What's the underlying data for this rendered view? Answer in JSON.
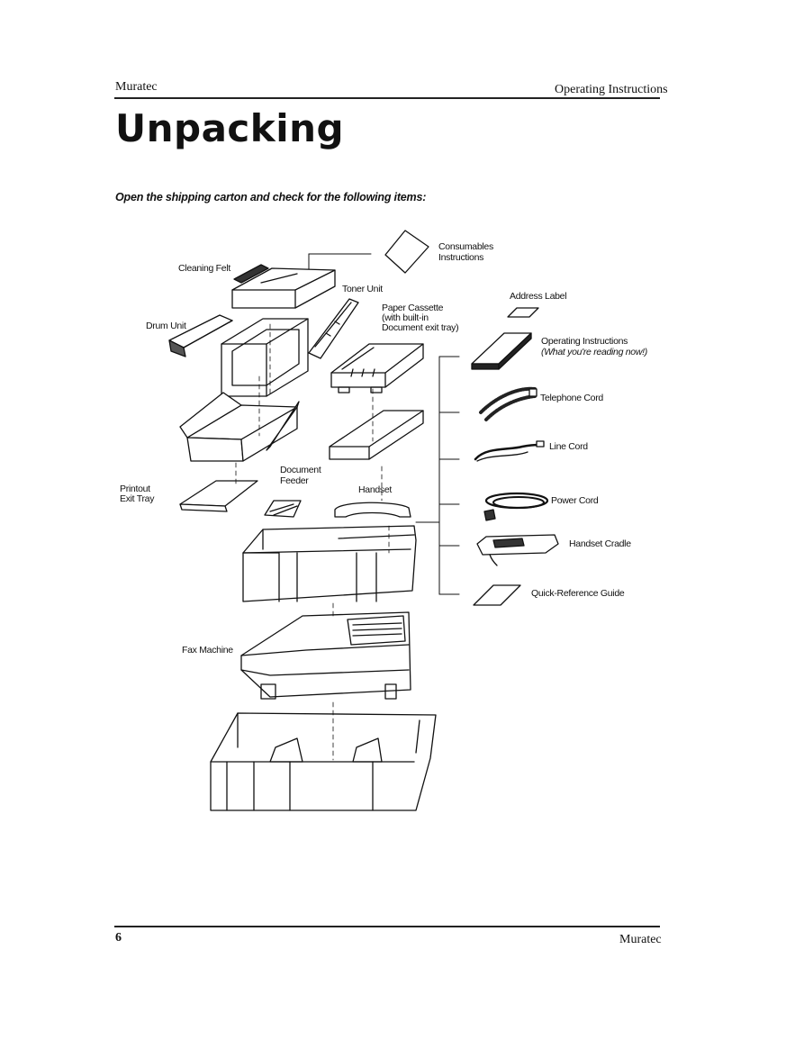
{
  "header": {
    "left": "Muratec",
    "right": "Operating Instructions"
  },
  "title": "Unpacking",
  "intro": "Open the shipping carton and check for the following items:",
  "labels": {
    "consumables": [
      "Consumables",
      "Instructions"
    ],
    "cleaning_felt": "Cleaning Felt",
    "toner_unit": "Toner Unit",
    "drum_unit": "Drum Unit",
    "paper_cassette": [
      "Paper Cassette",
      "(with built-in",
      "Document exit tray)"
    ],
    "address_label": "Address Label",
    "operating_instructions": [
      "Operating Instructions",
      "(What you're reading now!)"
    ],
    "telephone_cord": "Telephone Cord",
    "line_cord": "Line Cord",
    "power_cord": "Power Cord",
    "handset_cradle": "Handset Cradle",
    "quick_reference": "Quick-Reference Guide",
    "printout_exit_tray": [
      "Printout",
      "Exit Tray"
    ],
    "document_feeder": [
      "Document",
      "Feeder"
    ],
    "handset": "Handset",
    "fax_machine": "Fax Machine"
  },
  "footer": {
    "page_number": "6",
    "brand": "Muratec"
  }
}
